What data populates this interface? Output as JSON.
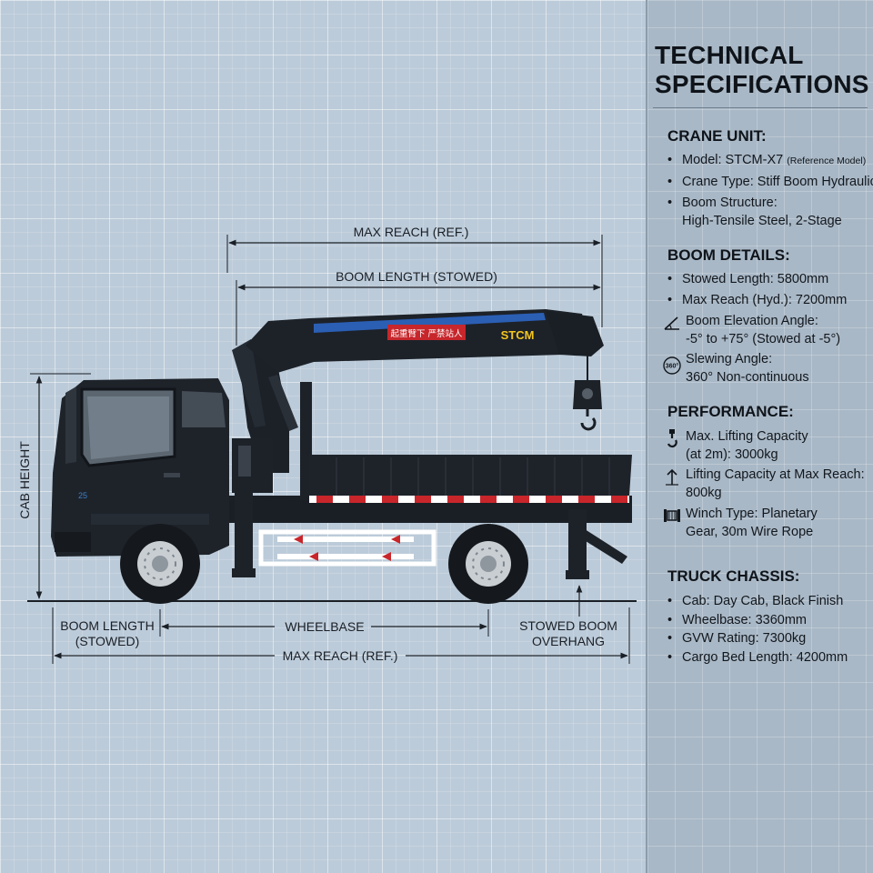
{
  "diagram": {
    "top_dimensions": {
      "max_reach": "MAX REACH (REF.)",
      "boom_length": "BOOM LENGTH (STOWED)"
    },
    "side_dimension": "CAB HEIGHT",
    "bottom_dimensions": {
      "boom_length_line1": "BOOM LENGTH",
      "boom_length_line2": "(STOWED)",
      "wheelbase": "WHEELBASE",
      "overhang_line1": "STOWED BOOM",
      "overhang_line2": "OVERHANG",
      "max_reach": "MAX REACH (REF.)"
    },
    "boom_brand": "STCM",
    "boom_warning": "起重臂下 严禁站人",
    "cab_badge": "25"
  },
  "specs": {
    "title_line1": "TECHNICAL",
    "title_line2": "SPECIFICATIONS",
    "crane_unit": {
      "heading": "CRANE UNIT:",
      "model": "Model: STCM-X7",
      "model_note": "(Reference Model)",
      "crane_type": "Crane Type: Stiff Boom Hydraulic",
      "boom_structure_1": "Boom Structure:",
      "boom_structure_2": "High-Tensile Steel, 2-Stage"
    },
    "boom_details": {
      "heading": "BOOM DETAILS:",
      "stowed_length": "Stowed Length: 5800mm",
      "max_reach": "Max Reach (Hyd.): 7200mm",
      "elevation_1": "Boom Elevation Angle:",
      "elevation_2": "-5° to +75° (Stowed at -5°)",
      "slewing_1": "Slewing Angle:",
      "slewing_2": "360° Non-continuous"
    },
    "performance": {
      "heading": "PERFORMANCE:",
      "max_lift_1": "Max. Lifting Capacity",
      "max_lift_2": "(at 2m): 3000kg",
      "reach_lift_1": "Lifting Capacity at Max Reach:",
      "reach_lift_2": "800kg",
      "winch_1": "Winch Type: Planetary",
      "winch_2": "Gear, 30m Wire Rope"
    },
    "truck_chassis": {
      "heading": "TRUCK CHASSIS:",
      "cab": "Cab: Day Cab, Black Finish",
      "wheelbase": "Wheelbase: 3360mm",
      "gvw": "GVW Rating: 7300kg",
      "bed_length": "Cargo Bed Length: 4200mm"
    },
    "icons": {
      "elevation": "angle-icon",
      "slewing": "360-rotation-icon",
      "max_lift": "hook-icon",
      "reach_lift": "reach-arrow-icon",
      "winch": "winch-icon"
    }
  }
}
